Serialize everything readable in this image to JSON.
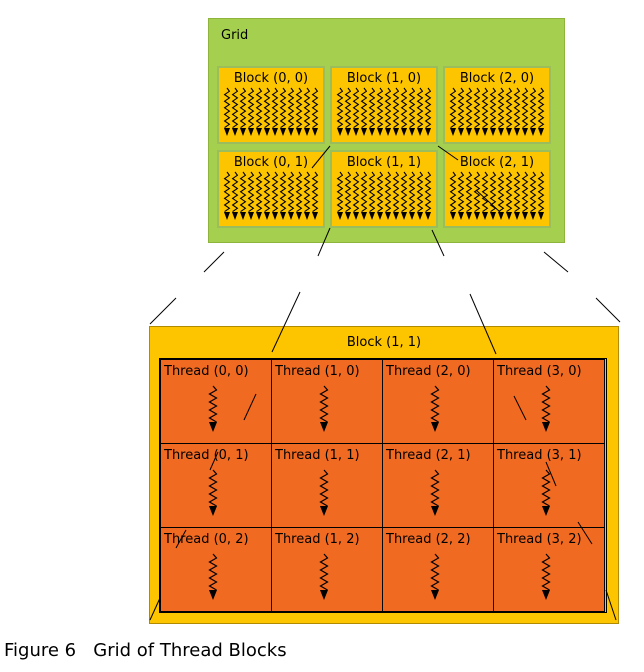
{
  "grid": {
    "label": "Grid",
    "blocks": [
      {
        "label": "Block (0, 0)"
      },
      {
        "label": "Block (1, 0)"
      },
      {
        "label": "Block (2, 0)"
      },
      {
        "label": "Block (0, 1)"
      },
      {
        "label": "Block (1, 1)"
      },
      {
        "label": "Block (2, 1)"
      }
    ]
  },
  "expanded_block": {
    "label": "Block (1, 1)",
    "threads": [
      {
        "label": "Thread (0, 0)"
      },
      {
        "label": "Thread (1, 0)"
      },
      {
        "label": "Thread (2, 0)"
      },
      {
        "label": "Thread (3, 0)"
      },
      {
        "label": "Thread (0, 1)"
      },
      {
        "label": "Thread (1, 1)"
      },
      {
        "label": "Thread (2, 1)"
      },
      {
        "label": "Thread (3, 1)"
      },
      {
        "label": "Thread (0, 2)"
      },
      {
        "label": "Thread (1, 2)"
      },
      {
        "label": "Thread (2, 2)"
      },
      {
        "label": "Thread (3, 2)"
      }
    ]
  },
  "caption": "Figure 6   Grid of Thread Blocks",
  "colors": {
    "grid": "#a5cf4f",
    "block": "#fdc400",
    "thread": "#f06a22"
  }
}
